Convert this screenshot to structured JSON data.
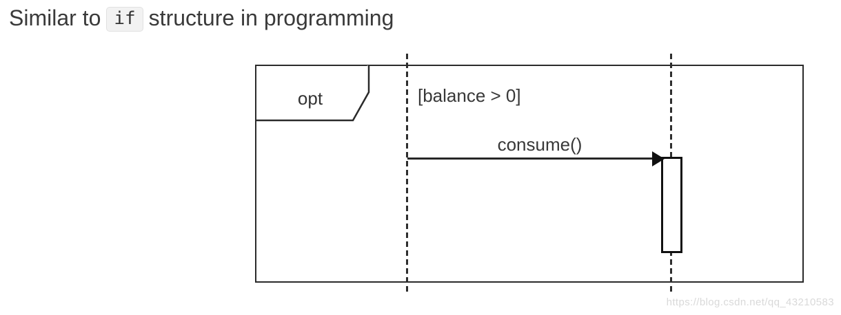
{
  "heading": {
    "prefix": "Similar to",
    "code": "if",
    "suffix": "structure in programming"
  },
  "diagram": {
    "kind": "uml-sequence-opt-fragment",
    "fragment_operator": "opt",
    "guard": "[balance > 0]",
    "message": "consume()",
    "lifeline_count": 2,
    "colors": {
      "line": "#2a2a2a",
      "text": "#383838",
      "code_chip_bg": "#f2f2f2",
      "watermark": "#d9d9d9"
    }
  },
  "watermark": "https://blog.csdn.net/qq_43210583"
}
